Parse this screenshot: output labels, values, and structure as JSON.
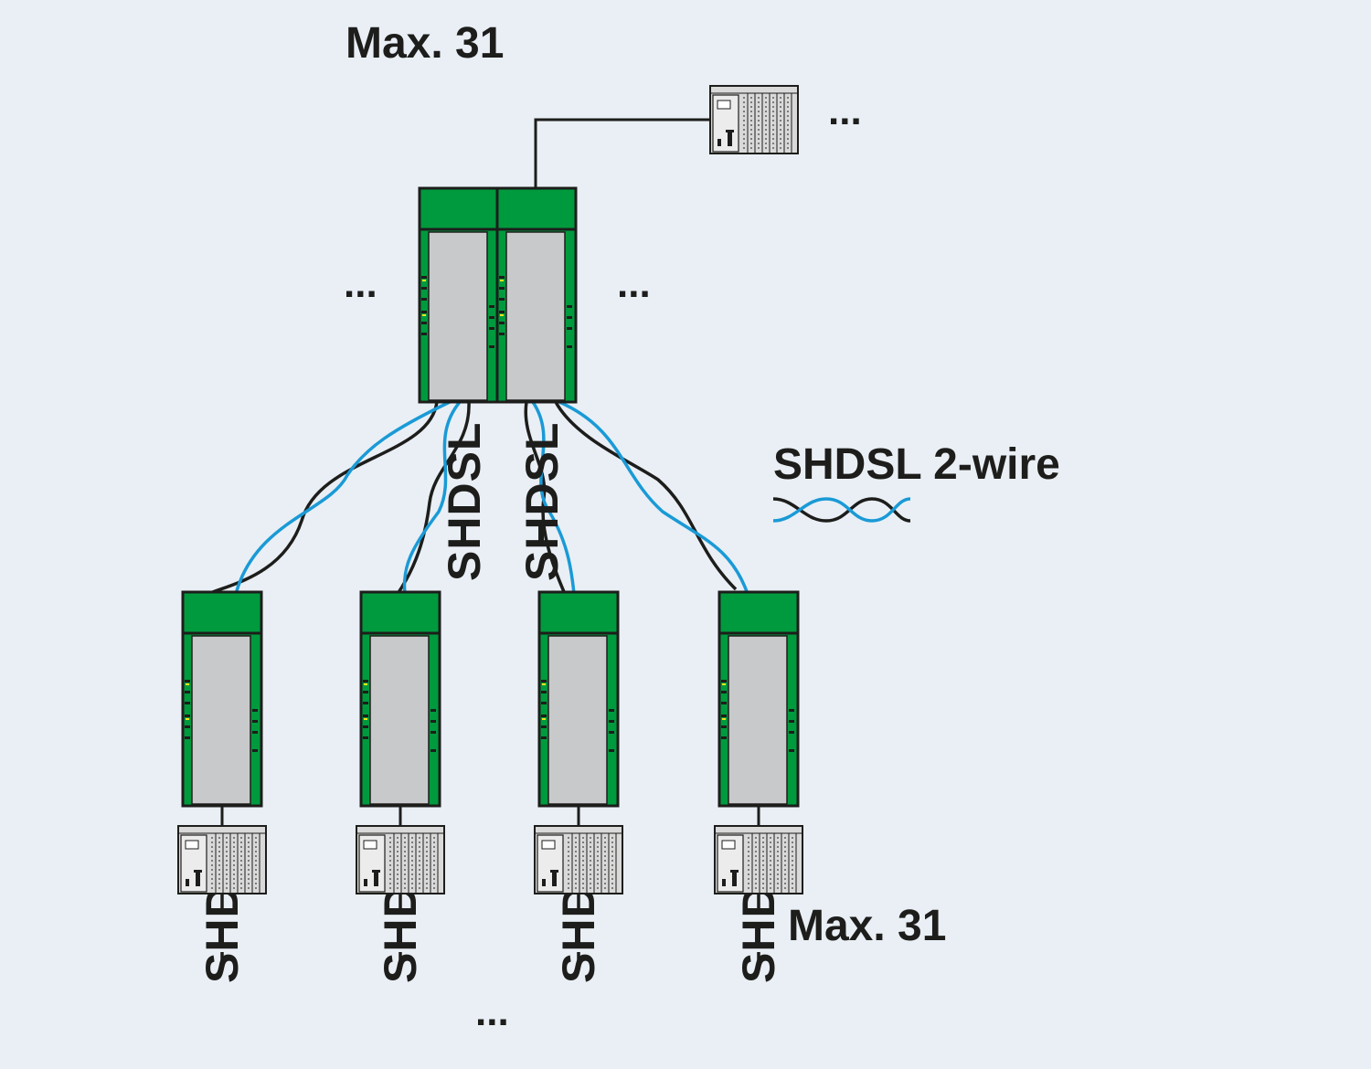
{
  "top_label": "Max. 31",
  "bottom_label": "Max. 31",
  "legend": {
    "label": "SHDSL 2-wire",
    "colors": {
      "wire_a": "#1a9ad6",
      "wire_b": "#1d1d1b"
    }
  },
  "module_text": "SHDSL",
  "ellipsis": {
    "plc_right": "...",
    "center_left": "...",
    "center_right": "...",
    "bottom": "..."
  },
  "colors": {
    "background": "#e9eff5",
    "module_green": "#009a3e",
    "module_face": "#c8c9cb",
    "outline": "#1d1d1b"
  }
}
